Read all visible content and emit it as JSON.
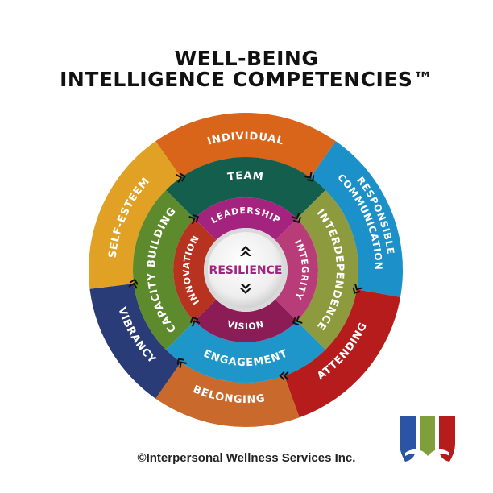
{
  "title": {
    "line1": "WELL-BEING",
    "line2": "INTELLIGENCE COMPETENCIES™"
  },
  "center": {
    "label": "RESILIENCE"
  },
  "rings": {
    "outer": [
      {
        "label": "INDIVIDUAL",
        "color": "#D8651A"
      },
      {
        "label": "RESPONSIBLE",
        "label2": "COMMUNICATION",
        "color": "#1C90C8"
      },
      {
        "label": "ATTENDING",
        "color": "#B71C1C"
      },
      {
        "label": "BELONGING",
        "color": "#C96A2C"
      },
      {
        "label": "VIBRANCY",
        "color": "#2A3C78"
      },
      {
        "label": "SELF-ESTEEM",
        "color": "#E0A124"
      }
    ],
    "second": [
      {
        "label": "TEAM",
        "color": "#135E4C"
      },
      {
        "label": "INTERDEPENDENCE",
        "color": "#8E9A3E"
      },
      {
        "label": "ENGAGEMENT",
        "color": "#1E96C9"
      },
      {
        "label": "CAPACITY BUILDING",
        "color": "#5C8A2C"
      }
    ],
    "inner": [
      {
        "label": "LEADERSHIP",
        "color": "#A3237F"
      },
      {
        "label": "INTEGRITY",
        "color": "#B83C78"
      },
      {
        "label": "VISION",
        "color": "#8C1C56"
      },
      {
        "label": "INNOVATION",
        "color": "#B7331F"
      }
    ]
  },
  "footer": {
    "copyright": "©Interpersonal Wellness Services Inc."
  },
  "logo": {
    "colors": [
      "#2B55A4",
      "#7E9F3A",
      "#B71C1C"
    ]
  }
}
